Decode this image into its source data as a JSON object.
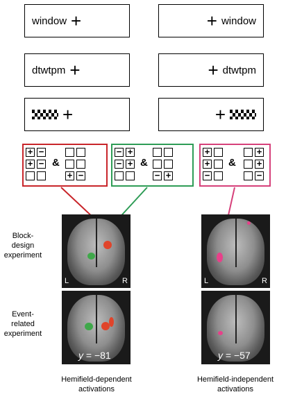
{
  "stimuli": {
    "left": [
      "window",
      "dtwtpm",
      "checkerboard"
    ],
    "right": [
      "window",
      "dtwtpm",
      "checkerboard"
    ],
    "fixation": "+"
  },
  "conditions": {
    "red": {
      "left": [
        [
          "+",
          "−"
        ],
        [
          "+",
          "−"
        ],
        [
          "",
          ""
        ]
      ],
      "right": [
        [
          "",
          ""
        ],
        [
          "",
          ""
        ],
        [
          "+",
          "−"
        ]
      ]
    },
    "green": {
      "left": [
        [
          "−",
          "+"
        ],
        [
          "−",
          "+"
        ],
        [
          "",
          ""
        ]
      ],
      "right": [
        [
          "",
          ""
        ],
        [
          "",
          ""
        ],
        [
          "−",
          "+"
        ]
      ]
    },
    "pink": {
      "left": [
        [
          "+",
          ""
        ],
        [
          "+",
          ""
        ],
        [
          "−",
          ""
        ]
      ],
      "right": [
        [
          "",
          "+"
        ],
        [
          "",
          "+"
        ],
        [
          "",
          "−"
        ]
      ]
    },
    "conjunction": "&"
  },
  "rows": {
    "block": "Block-design experiment",
    "block_1": "Block-design",
    "block_2": "experiment",
    "event_1": "Event-related",
    "event_2": "experiment"
  },
  "orientation": {
    "left": "L",
    "right": "R"
  },
  "slices": {
    "dependent": "y = −81",
    "independent": "y = −57",
    "dep_val": "= −81",
    "ind_val": "= −57",
    "axis": "y"
  },
  "captions": {
    "dependent_1": "Hemifield-dependent",
    "dependent_2": "activations",
    "independent_1": "Hemifield-independent",
    "independent_2": "activations"
  },
  "colors": {
    "red": "#c8252a",
    "green": "#2e9c56",
    "pink": "#d6407a",
    "act_red": "#e0442a",
    "act_green": "#3fa84a",
    "act_pink": "#e8408a"
  }
}
